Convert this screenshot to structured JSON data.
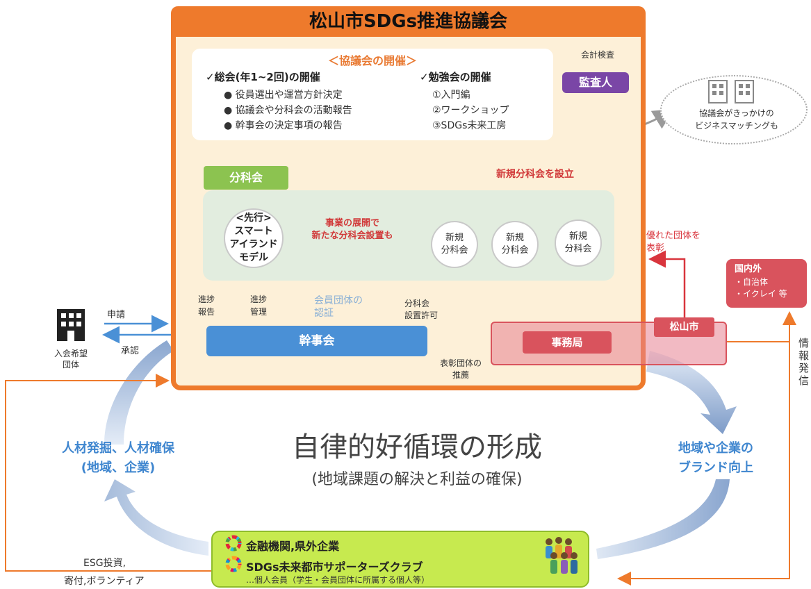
{
  "council": {
    "title": "松山市SDGs推進協議会",
    "meeting_heading": "＜協議会の開催＞",
    "general_meeting": {
      "title": "✓総会(年1~2回)の開催",
      "items": [
        "● 役員選出や運営方針決定",
        "● 協議会や分科会の活動報告",
        "● 幹事会の決定事項の報告"
      ]
    },
    "study_meeting": {
      "title": "✓勉強会の開催",
      "items": [
        "①入門編",
        "②ワークショップ",
        "③SDGs未来工房"
      ]
    },
    "auditor": "監査人",
    "audit_label": "会計検査",
    "business_matching": [
      "協議会がきっかけの",
      "ビジネスマッチングも"
    ],
    "new_subcommittee_label": "新規分科会を設立",
    "subcommittee_tag": "分科会",
    "pioneer_circle": "<先行>\nスマート\nアイランド\nモデル",
    "expansion_note": [
      "事業の展開で",
      "新たな分科会設置も"
    ],
    "new_circles": [
      "新規\n分科会",
      "新規\n分科会",
      "新規\n分科会"
    ],
    "progress_report": [
      "進捗",
      "報告"
    ],
    "progress_manage": [
      "進捗",
      "管理"
    ],
    "member_approval": [
      "会員団体の",
      "認証"
    ],
    "subcommittee_permission": [
      "分科会",
      "設置許可"
    ],
    "executive": "幹事会",
    "award_recommend": [
      "表彰団体の",
      "推薦"
    ]
  },
  "applicant": {
    "apply": "申請",
    "approve": "承認",
    "label": [
      "入会希望",
      "団体"
    ]
  },
  "city": {
    "tag": "松山市",
    "secretariat": "事務局",
    "award": [
      "優れた団体を",
      "表彰"
    ]
  },
  "international": {
    "title": "国内外",
    "items": [
      "・自治体",
      "・イクレイ 等"
    ]
  },
  "info_send": "情報発信",
  "cycle": {
    "title": "自律的好循環の形成",
    "subtitle": "(地域課題の解決と利益の確保)",
    "left_label": [
      "人材発掘、人材確保",
      "(地域、企業)"
    ],
    "right_label": [
      "地域や企業の",
      "ブランド向上"
    ]
  },
  "supporters": {
    "line1": "金融機関,県外企業",
    "line2": "SDGs未来都市サポーターズクラブ",
    "line3": "…個人会員（学生・会員団体に所属する個人等）"
  },
  "esg": [
    "ESG投資,",
    "寄付,ボランティア"
  ],
  "colors": {
    "orange": "#ee7a2c",
    "blue": "#4a90d6",
    "red": "#d9535d",
    "green": "#8cc350",
    "purple": "#7a46a6",
    "lime": "#c7ea4f"
  },
  "icons": [
    "building-icon",
    "office-icons",
    "sdgs-wheel-icon",
    "people-icon"
  ]
}
